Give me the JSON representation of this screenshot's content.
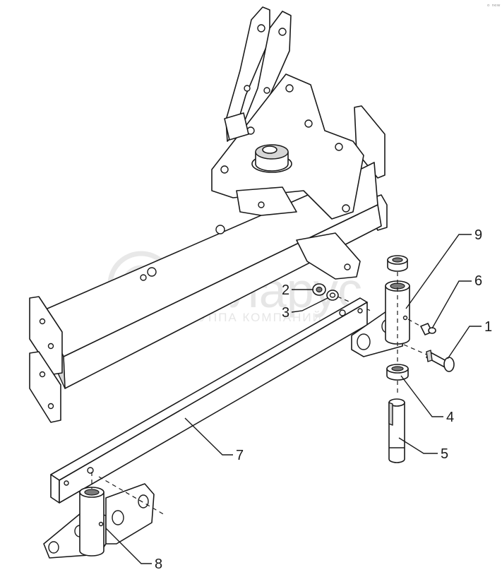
{
  "watermark": {
    "brand": "беларус",
    "subtitle": "ГРУППА КОМПАНИЙ"
  },
  "corner_mark": "ᵒ ⁿᵉʷ",
  "callouts": [
    {
      "id": "1",
      "label": "1"
    },
    {
      "id": "2",
      "label": "2"
    },
    {
      "id": "3",
      "label": "3"
    },
    {
      "id": "4",
      "label": "4"
    },
    {
      "id": "5",
      "label": "5"
    },
    {
      "id": "6",
      "label": "6"
    },
    {
      "id": "7",
      "label": "7"
    },
    {
      "id": "8",
      "label": "8"
    },
    {
      "id": "9",
      "label": "9"
    }
  ],
  "colors": {
    "line": "#1a1a1a",
    "shade": "#d6d6d6",
    "watermark": "#e4e4e4",
    "background": "#ffffff"
  }
}
